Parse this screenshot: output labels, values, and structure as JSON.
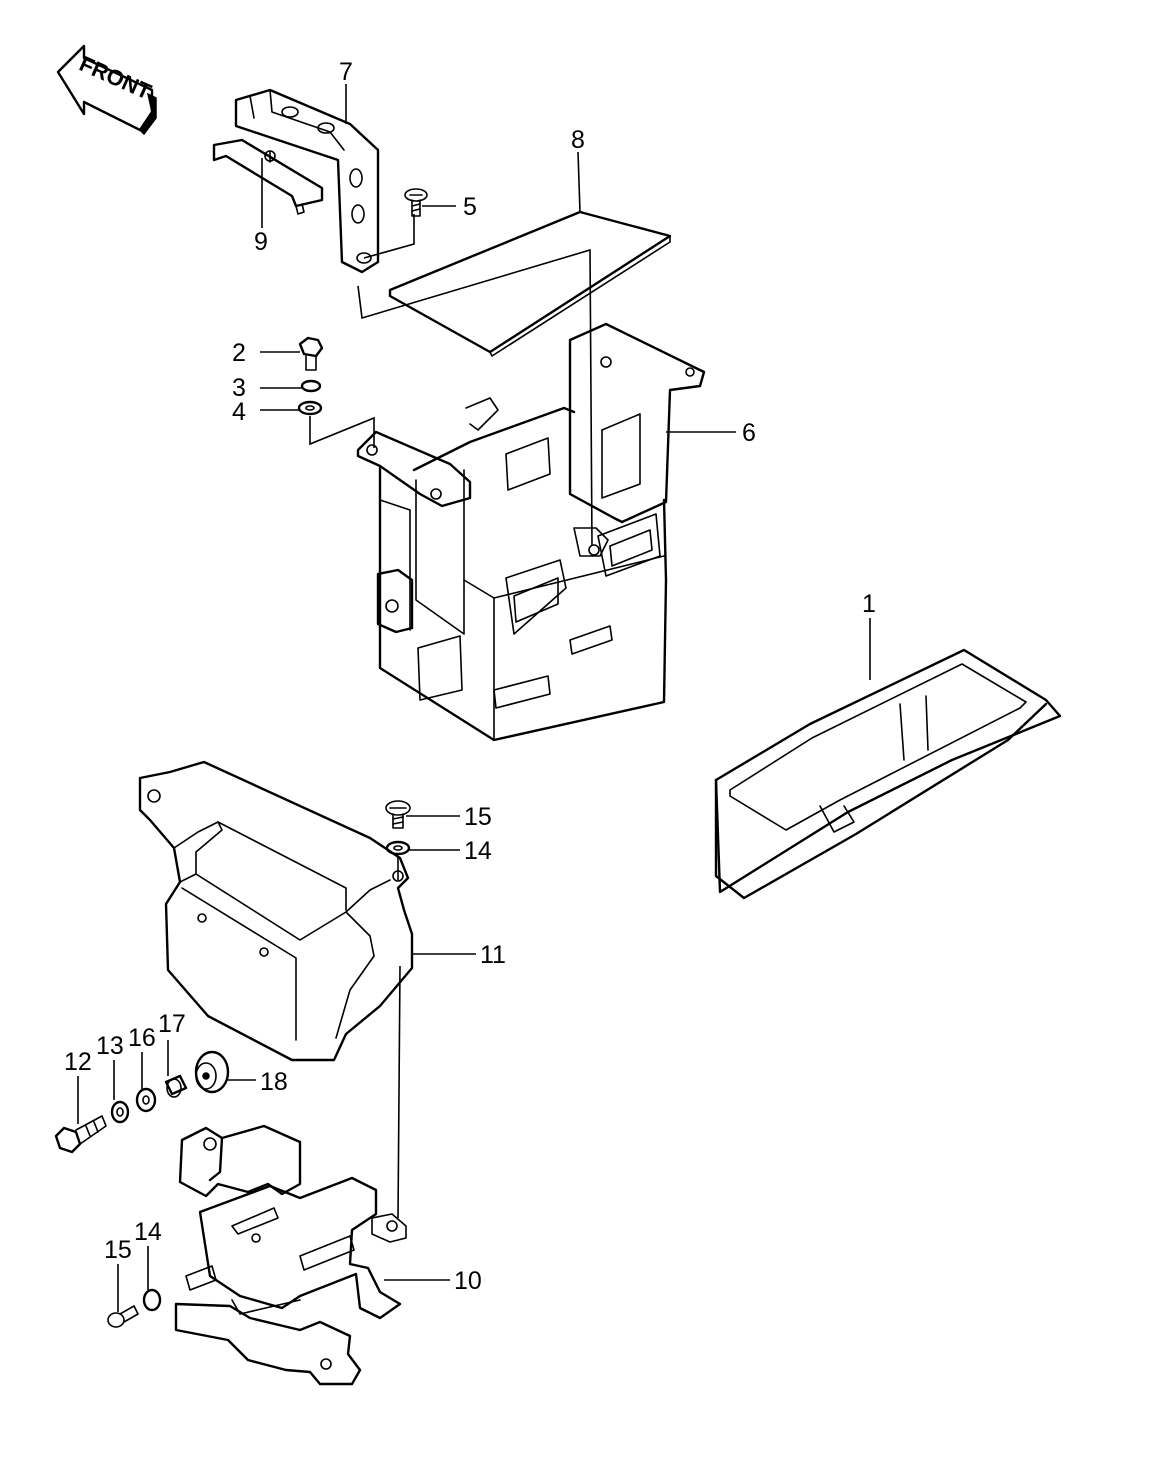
{
  "front_label": "FRONT",
  "callouts": {
    "c1": "1",
    "c2": "2",
    "c3": "3",
    "c4": "4",
    "c5": "5",
    "c6": "6",
    "c7": "7",
    "c8": "8",
    "c9": "9",
    "c10": "10",
    "c11": "11",
    "c12": "12",
    "c13": "13",
    "c14a": "14",
    "c14b": "14",
    "c15a": "15",
    "c15b": "15",
    "c16": "16",
    "c17": "17",
    "c18": "18"
  }
}
